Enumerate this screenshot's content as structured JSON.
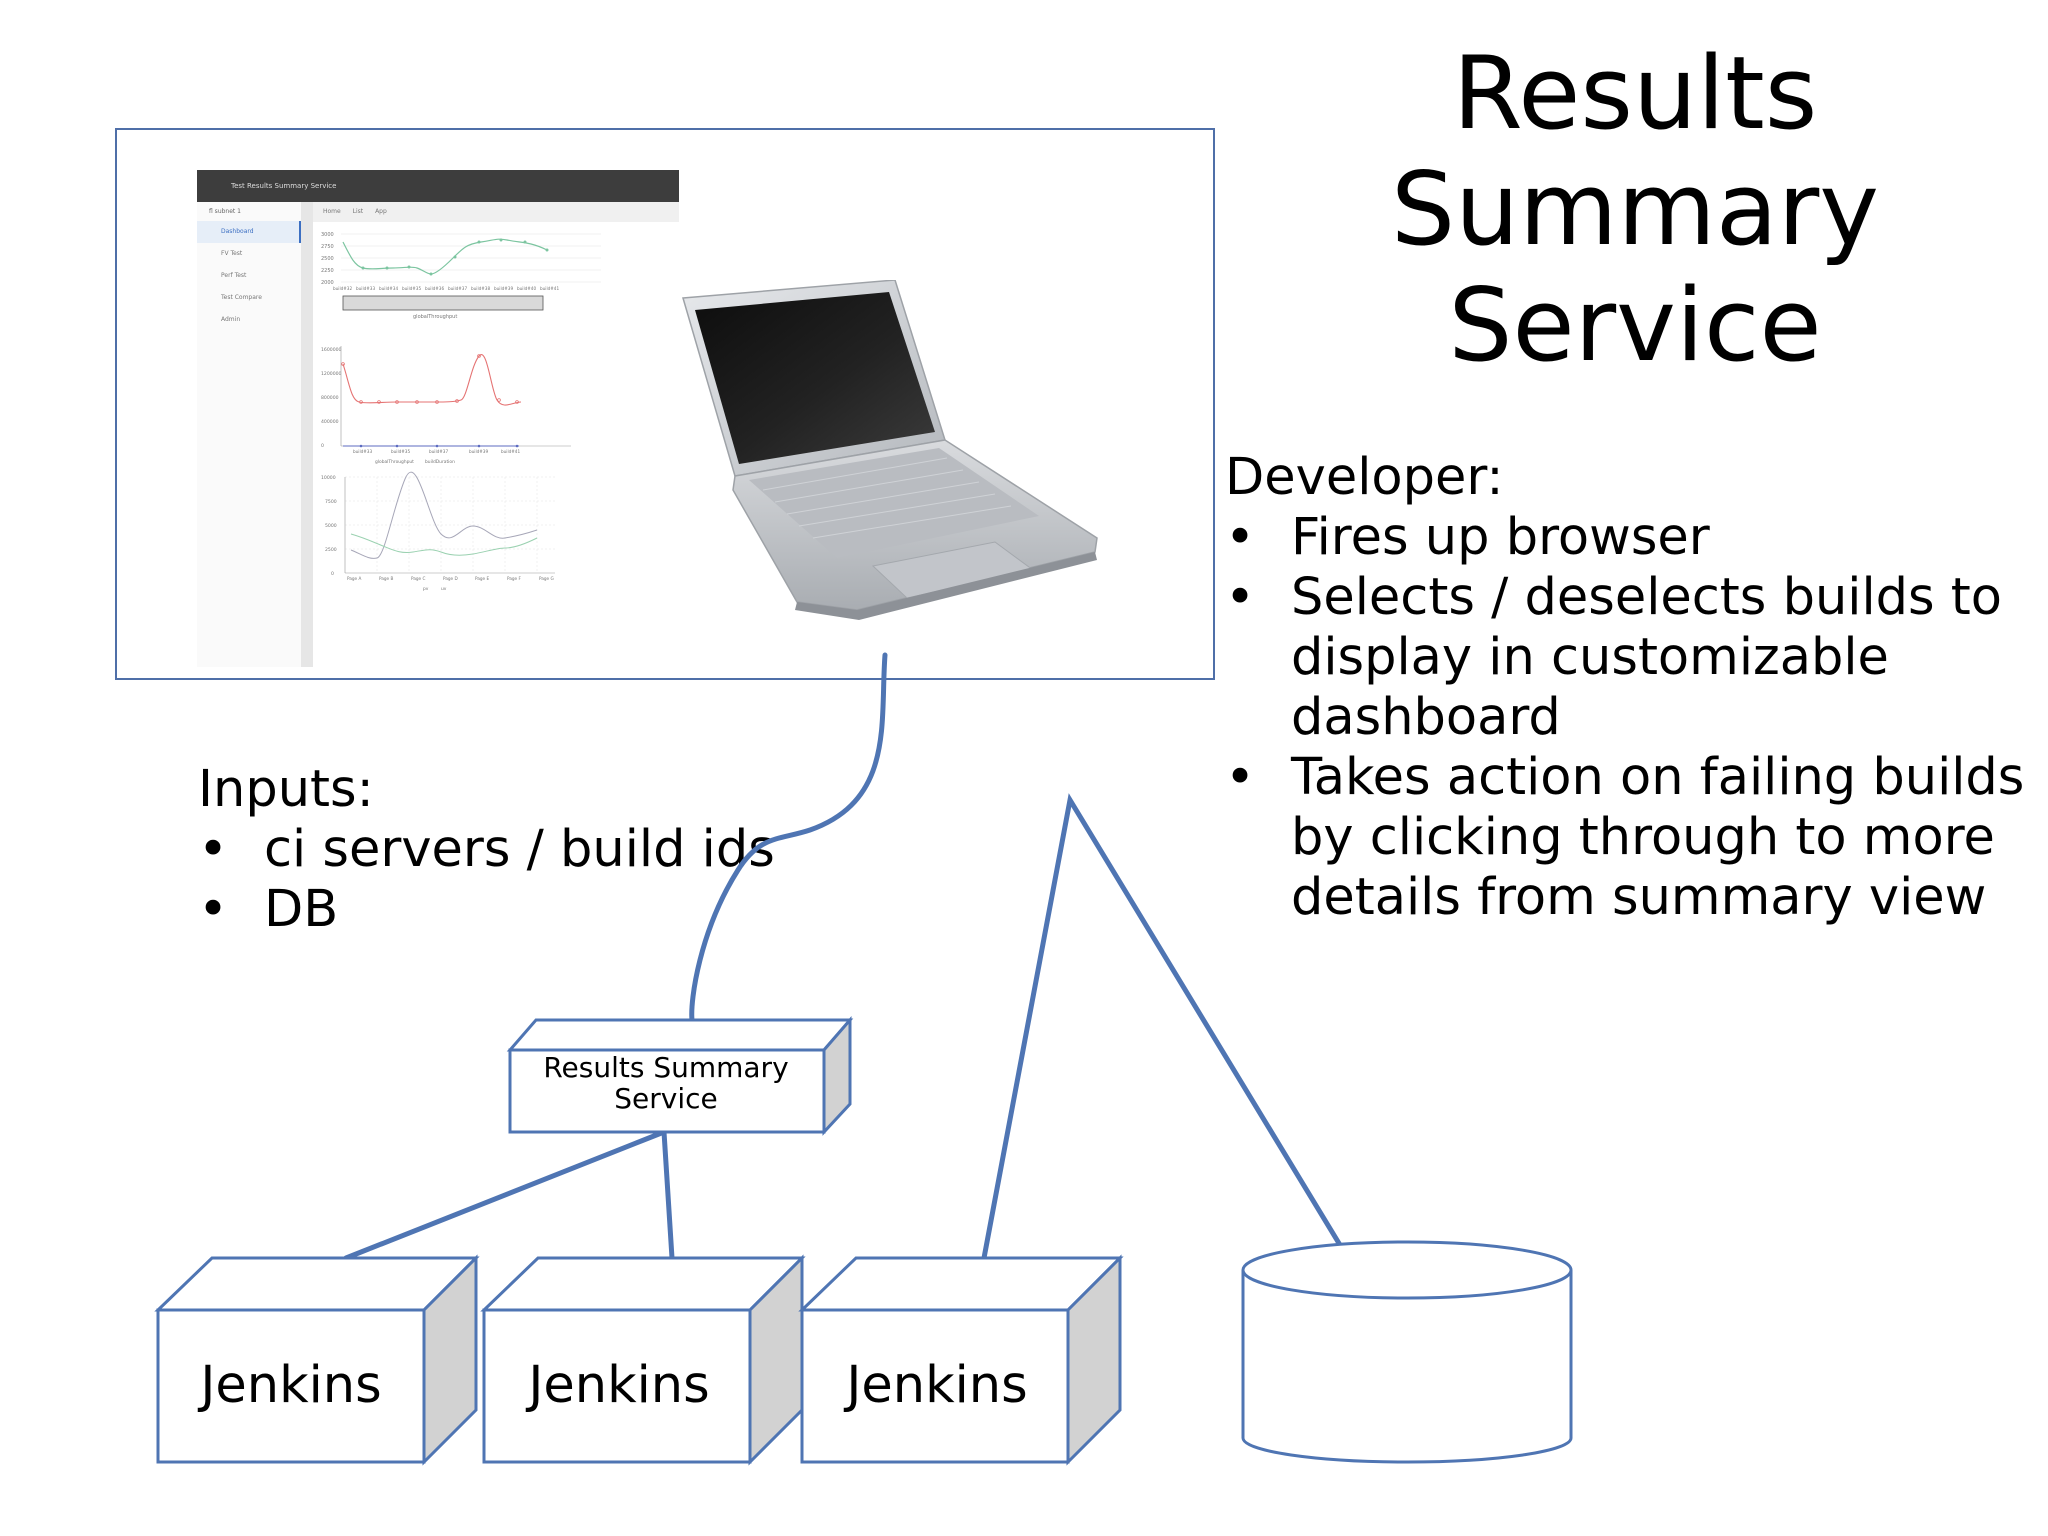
{
  "title": {
    "line1": "Results Summary",
    "line2": "Service"
  },
  "developer": {
    "heading": "Developer:",
    "items": [
      "Fires up browser",
      "Selects / deselects builds to display in customizable dashboard",
      "Takes action on failing builds by clicking through to more details from summary view"
    ]
  },
  "inputs": {
    "heading": "Inputs:",
    "items": [
      "ci servers / build ids",
      "DB"
    ]
  },
  "service_box": {
    "label_line1": "Results Summary",
    "label_line2": "Service"
  },
  "jenkins_nodes": [
    "Jenkins",
    "Jenkins",
    "Jenkins"
  ],
  "colors": {
    "connector": "#4f75b3",
    "frame": "#4f6fa8",
    "box_side": "#d2d2d2"
  },
  "screenshot": {
    "app_title": "Test Results Summary Service",
    "user": "fl  subnet 1",
    "nav": [
      "Dashboard",
      "FV Test",
      "Perf Test",
      "Test Compare",
      "Admin"
    ],
    "tabs": [
      "Home",
      "List",
      "App"
    ],
    "chart1": {
      "y_ticks": [
        "3000",
        "2750",
        "2500",
        "2250",
        "2000"
      ],
      "x_ticks": [
        "build#32",
        "build#33",
        "build#34",
        "build#35",
        "build#36",
        "build#37",
        "build#38",
        "build#39",
        "build#40",
        "build#41"
      ],
      "legend": "globalThroughput"
    },
    "chart2": {
      "y_ticks": [
        "1600000",
        "1200000",
        "800000",
        "400000",
        "0"
      ],
      "x_ticks": [
        "build#33",
        "build#35",
        "build#37",
        "build#39",
        "build#41"
      ],
      "legend": [
        "globalThroughput",
        "buildDuration"
      ]
    },
    "chart3": {
      "y_ticks": [
        "10000",
        "7500",
        "5000",
        "2500",
        "0"
      ],
      "x_ticks": [
        "Page A",
        "Page B",
        "Page C",
        "Page D",
        "Page E",
        "Page F",
        "Page G"
      ],
      "legend": [
        "pv",
        "uv"
      ]
    }
  }
}
